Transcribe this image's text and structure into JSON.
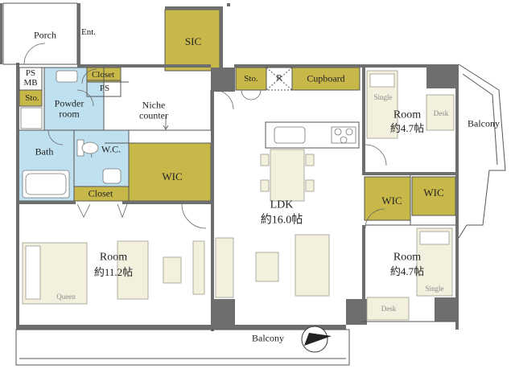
{
  "labels": {
    "porch": "Porch",
    "ent": "Ent.",
    "sic": "SIC",
    "ps_mb_1": "PS",
    "ps_mb_2": "MB",
    "closet_top": "Closet",
    "ps": "PS",
    "sto_left": "Sto.",
    "powder_room_1": "Powder",
    "powder_room_2": "room",
    "niche_counter_1": "Niche",
    "niche_counter_2": "counter",
    "bath": "Bath",
    "wc": "W.C.",
    "closet_bottom": "Closet",
    "wic_left": "WIC",
    "sto_center": "Sto.",
    "r": "R",
    "cupboard": "Cupboard",
    "ldk": "LDK",
    "ldk_size": "約16.0帖",
    "room_tr": "Room",
    "room_tr_size": "約4.7帖",
    "single_tr": "Single",
    "desk_tr": "Desk",
    "balcony_right": "Balcony",
    "wic_mid": "WIC",
    "wic_right": "WIC",
    "room_br": "Room",
    "room_br_size": "約4.7帖",
    "single_br": "Single",
    "desk_br": "Desk",
    "room_left": "Room",
    "room_left_size": "約11.2帖",
    "queen": "Queen",
    "balcony_bottom": "Balcony"
  },
  "colors": {
    "storage": "#c8b84a",
    "wet_area": "#bfe0ee",
    "wall": "#6e6e6e",
    "fixture": "#f3f0de"
  },
  "compass_icon": "north-arrow-icon"
}
